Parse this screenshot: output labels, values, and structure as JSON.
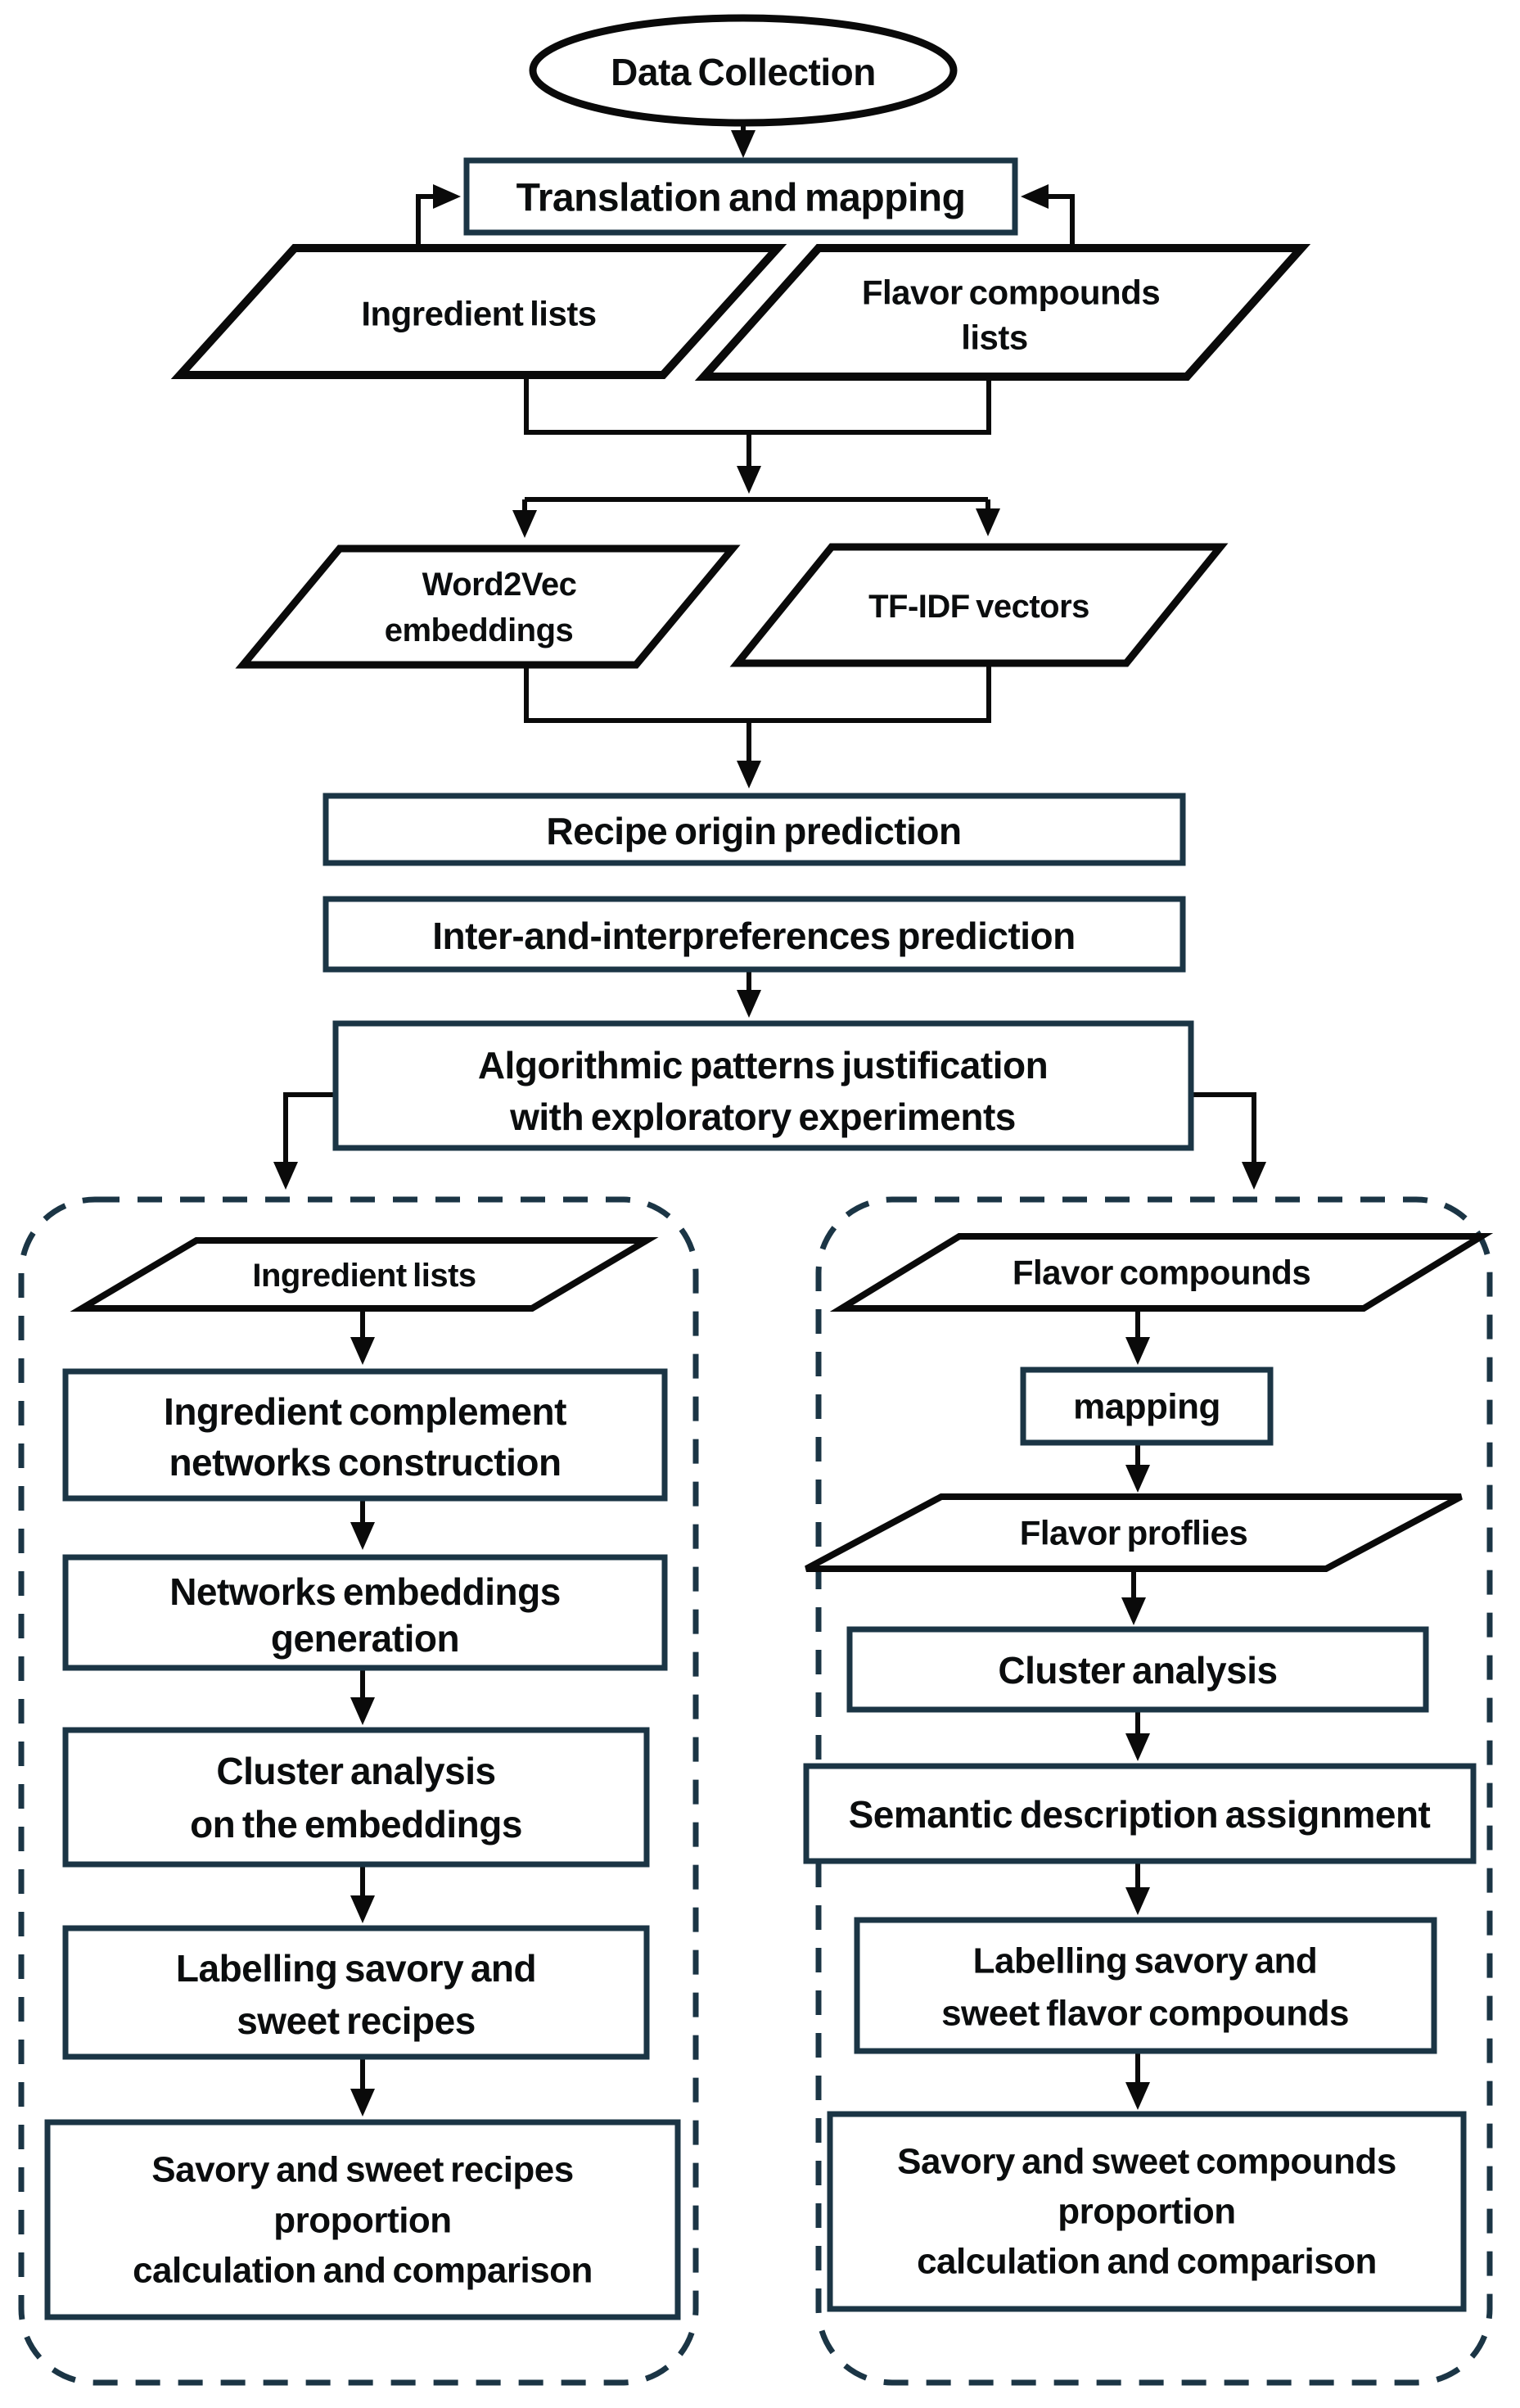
{
  "colors": {
    "accent_border": "#1b3545",
    "shape_border": "#0a0a0a",
    "text": "#0b0d0e",
    "background": "#ffffff"
  },
  "nodes": {
    "data_collection": {
      "label": "Data Collection"
    },
    "translation_mapping": {
      "label": "Translation and mapping"
    },
    "ingredient_lists": {
      "label": "Ingredient lists"
    },
    "flavor_compounds_lists": {
      "lines": [
        "Flavor compounds",
        "lists"
      ]
    },
    "word2vec": {
      "lines": [
        "Word2Vec",
        "embeddings"
      ]
    },
    "tfidf": {
      "label": "TF-IDF vectors"
    },
    "recipe_origin": {
      "label": "Recipe origin prediction"
    },
    "preferences": {
      "label": "Inter-and-interpreferences prediction"
    },
    "algorithmic": {
      "lines": [
        "Algorithmic patterns justification",
        "with exploratory experiments"
      ]
    }
  },
  "left_branch": {
    "ingredient_lists": {
      "label": "Ingredient lists"
    },
    "complement_networks": {
      "lines": [
        "Ingredient complement",
        "networks construction"
      ]
    },
    "networks_embeddings": {
      "lines": [
        "Networks embeddings",
        "generation"
      ]
    },
    "cluster_analysis": {
      "lines": [
        "Cluster analysis",
        "on the embeddings"
      ]
    },
    "labelling": {
      "lines": [
        "Labelling savory and",
        "sweet recipes"
      ]
    },
    "proportion": {
      "lines": [
        "Savory and sweet recipes",
        "proportion",
        "calculation and comparison"
      ]
    }
  },
  "right_branch": {
    "flavor_compounds": {
      "label": "Flavor compounds"
    },
    "mapping": {
      "label": "mapping"
    },
    "flavor_profiles": {
      "label": "Flavor proflies"
    },
    "cluster_analysis": {
      "label": "Cluster analysis"
    },
    "semantic": {
      "label": "Semantic description assignment"
    },
    "labelling": {
      "lines": [
        "Labelling savory and",
        "sweet flavor compounds"
      ]
    },
    "proportion": {
      "lines": [
        "Savory and sweet compounds",
        "proportion",
        "calculation and comparison"
      ]
    }
  }
}
